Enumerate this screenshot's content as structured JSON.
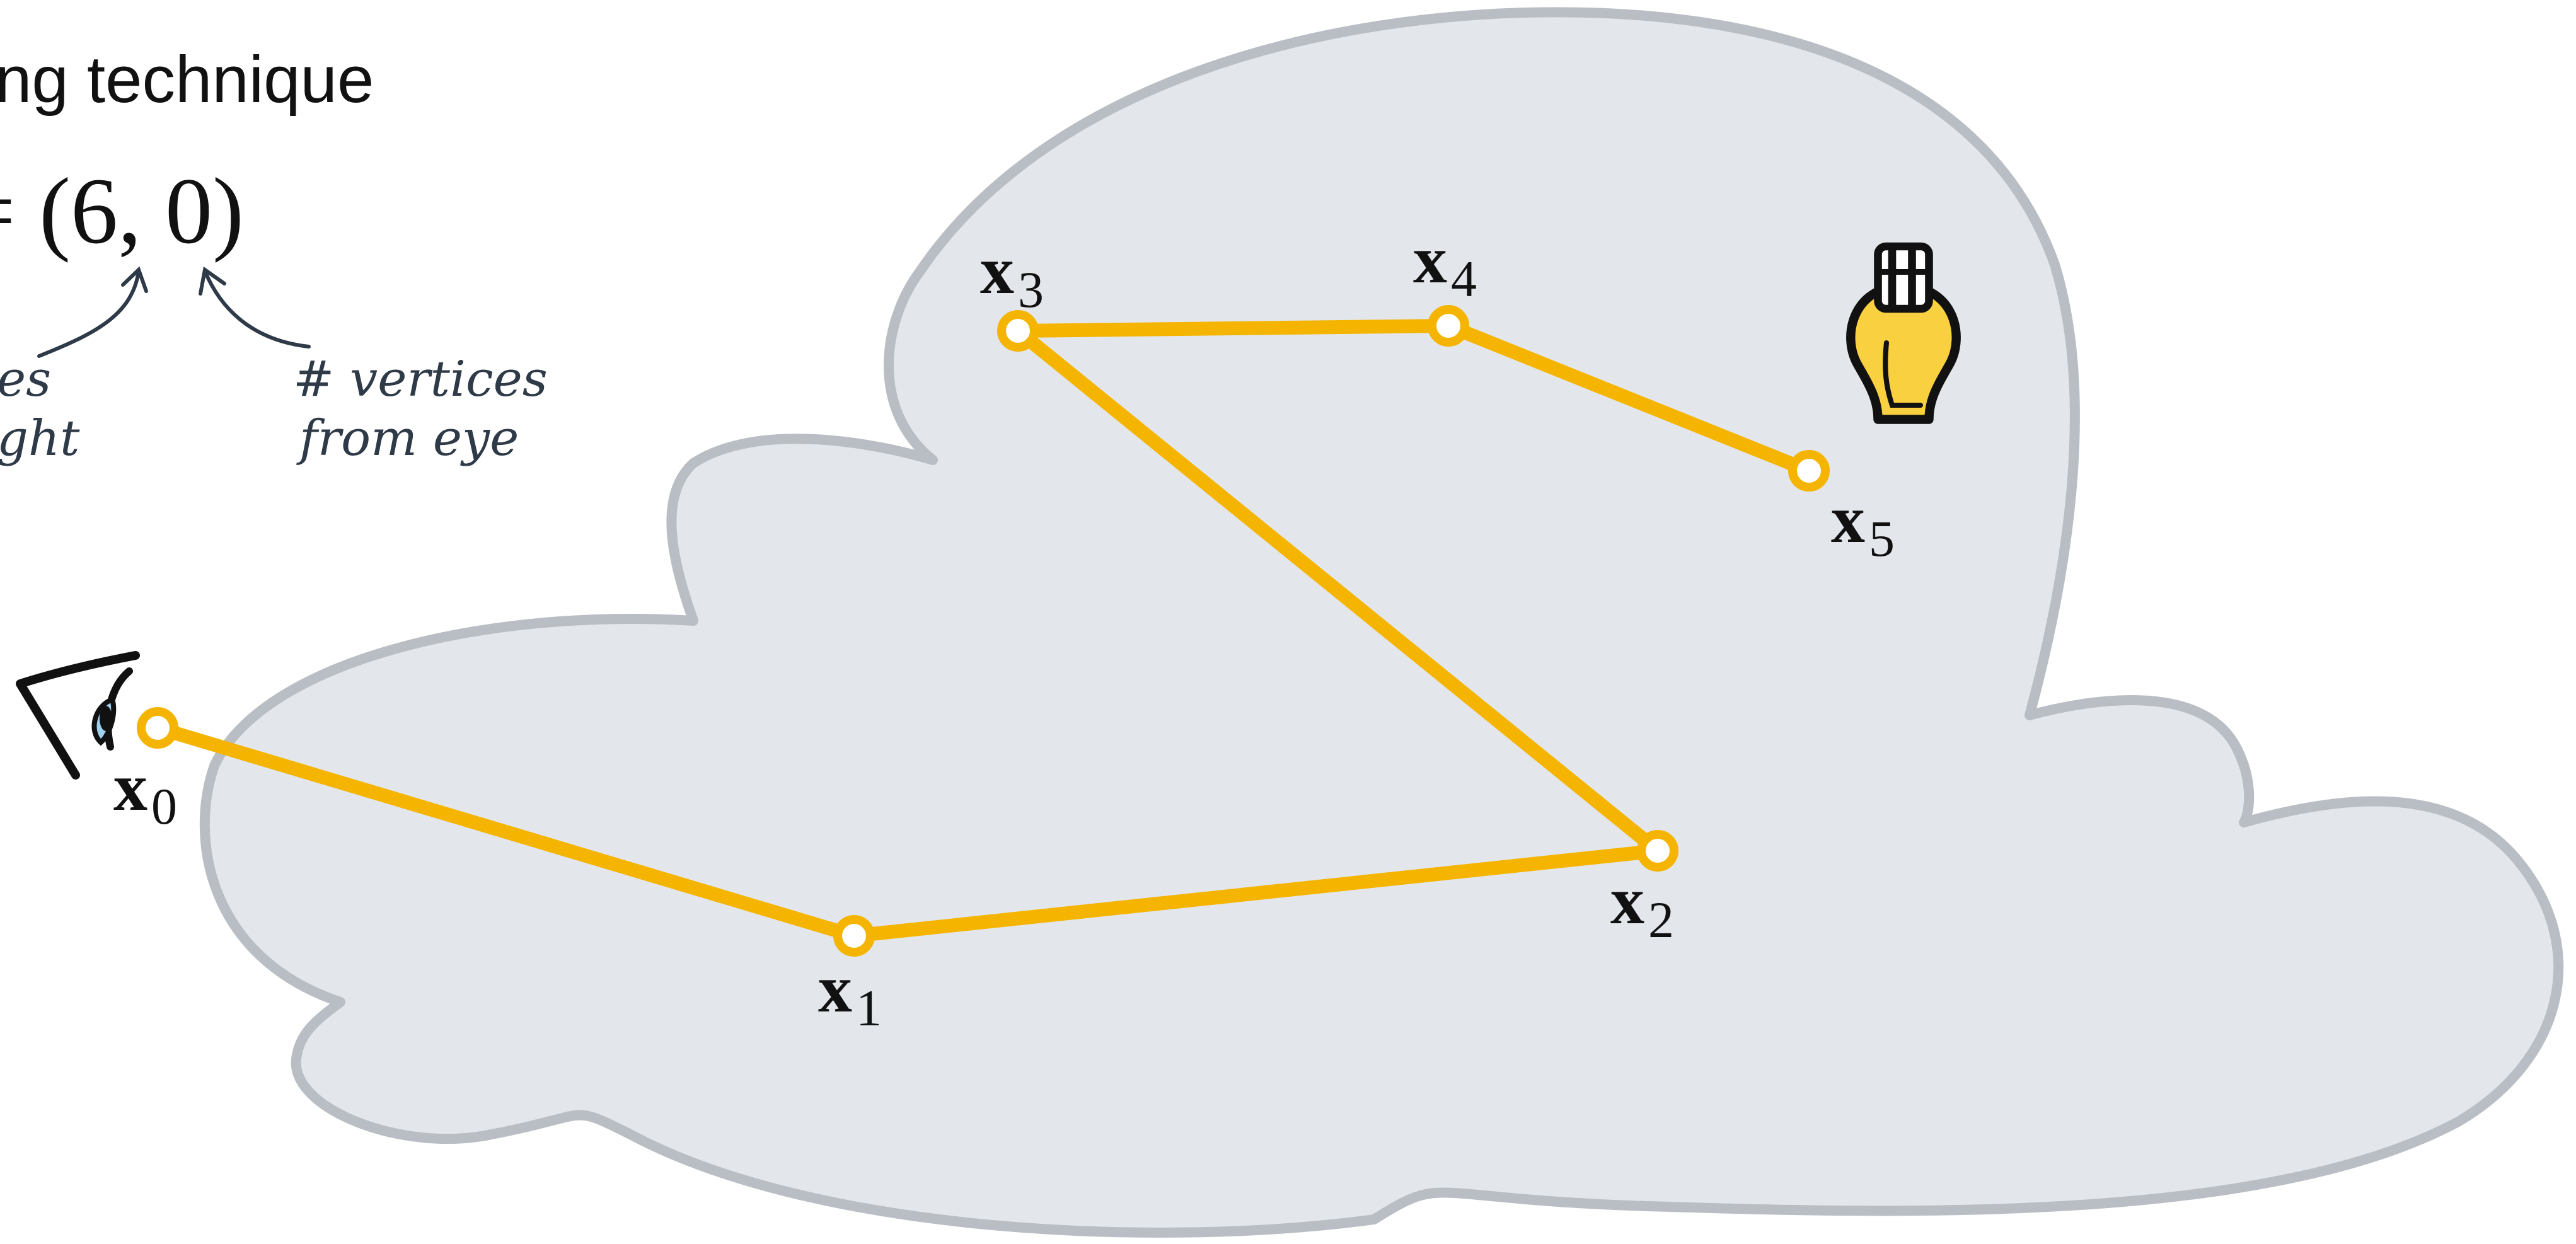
{
  "heading": {
    "partial_title": "ng technique",
    "path_length_expr": "= (6, 0)"
  },
  "annotations": {
    "left_line1": "es",
    "left_line2": "ght",
    "right_line1": "# vertices",
    "right_line2": "from eye"
  },
  "vertices": [
    {
      "id": "x0",
      "symbol": "x",
      "subscript": "0"
    },
    {
      "id": "x1",
      "symbol": "x",
      "subscript": "1"
    },
    {
      "id": "x2",
      "symbol": "x",
      "subscript": "2"
    },
    {
      "id": "x3",
      "symbol": "x",
      "subscript": "3"
    },
    {
      "id": "x4",
      "symbol": "x",
      "subscript": "4"
    },
    {
      "id": "x5",
      "symbol": "x",
      "subscript": "5"
    }
  ],
  "colors": {
    "path": "#f4b400",
    "vertex_fill": "#ffffff",
    "cloud_fill": "#e3e7eb",
    "cloud_stroke": "#b9bec4",
    "bulb": "#f9d03f",
    "eye_iris": "#9fd0ee"
  },
  "icons": {
    "camera": "eye-icon",
    "light": "light-bulb-icon"
  }
}
